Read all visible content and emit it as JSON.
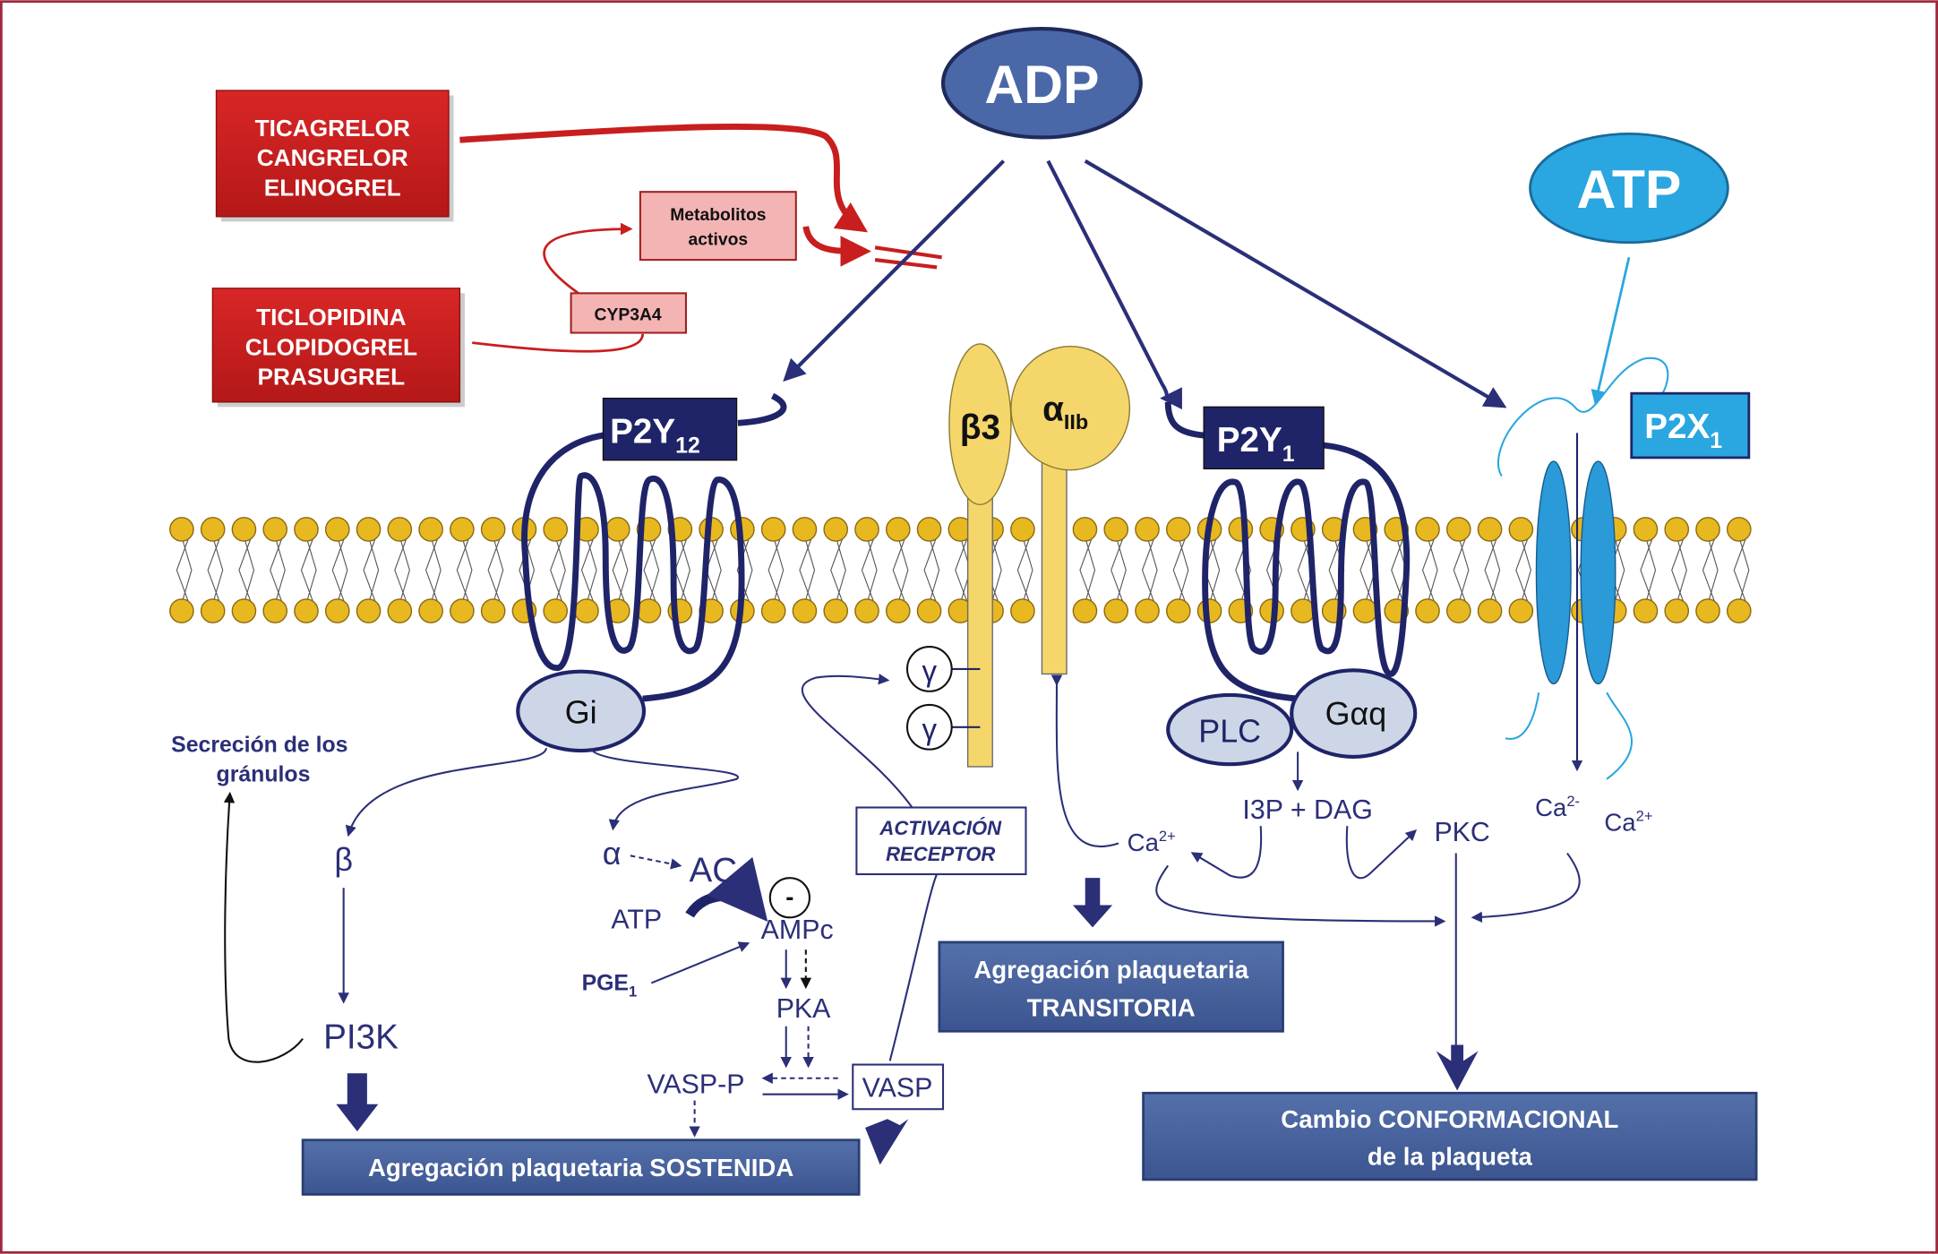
{
  "colors": {
    "navy": "#1f2469",
    "red": "#c81e1e",
    "pink": "#f4b4b4",
    "adp": "#4a68a8",
    "atp": "#2aa6e0",
    "lipid": "#e8b820",
    "result_box": "#46609a",
    "integrin": "#f5d66b",
    "gprotein": "#cdd6e6",
    "frame": "#a0283c"
  },
  "ligands": {
    "adp": "ADP",
    "atp": "ATP"
  },
  "drugs": {
    "direct": [
      "TICAGRELOR",
      "CANGRELOR",
      "ELINOGREL"
    ],
    "prodrugs": [
      "TICLOPIDINA",
      "CLOPIDOGREL",
      "PRASUGREL"
    ],
    "metabolites": [
      "Metabolitos",
      "activos"
    ],
    "enzyme": "CYP3A4"
  },
  "receptors": {
    "p2y12": {
      "base": "P2Y",
      "sub": "12"
    },
    "p2y1": {
      "base": "P2Y",
      "sub": "1"
    },
    "p2x1": {
      "base": "P2X",
      "sub": "1"
    },
    "beta3": "β3",
    "alpha_iib": {
      "base": "α",
      "sub": "IIb"
    },
    "gamma": "γ"
  },
  "left_pathway": {
    "gi": "Gi",
    "secretion": [
      "Secreción de los",
      "gránulos"
    ],
    "beta": "β",
    "pi3k": "PI3K",
    "alpha": "α",
    "ac": "AC",
    "atp": "ATP",
    "minus": "-",
    "ampc": "AMPc",
    "pge": {
      "base": "PGE",
      "sub": "1"
    },
    "pka": "PKA",
    "vasp_p": "VASP-P",
    "vasp": "VASP",
    "activation": [
      "ACTIVACIÓN",
      "RECEPTOR"
    ]
  },
  "right_pathway": {
    "plc": "PLC",
    "gaq": "Gαq",
    "i3p_dag": "I3P + DAG",
    "pkc": "PKC",
    "ca_left": {
      "base": "Ca",
      "sup": "2+"
    },
    "ca_mid": {
      "base": "Ca",
      "sup": "2-"
    },
    "ca_right": {
      "base": "Ca",
      "sup": "2+"
    }
  },
  "outcomes": {
    "sustained": "Agregación plaquetaria SOSTENIDA",
    "transient": [
      "Agregación plaquetaria",
      "TRANSITORIA"
    ],
    "conformational": [
      "Cambio CONFORMACIONAL",
      "de la plaqueta"
    ]
  }
}
